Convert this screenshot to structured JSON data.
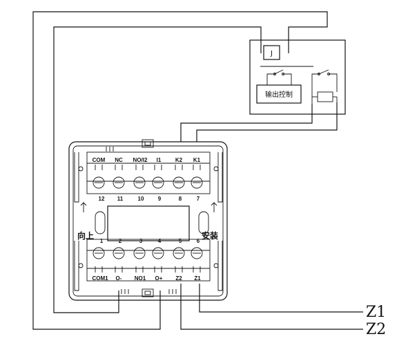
{
  "relay_box": {
    "coil_label": "J",
    "output_label": "输出控制"
  },
  "module": {
    "top_terminals": [
      "COM",
      "NC",
      "NO/I2",
      "I1",
      "K2",
      "K1"
    ],
    "top_numbers": [
      "12",
      "11",
      "10",
      "9",
      "8",
      "7"
    ],
    "bottom_numbers": [
      "1",
      "2",
      "3",
      "4",
      "5",
      "6"
    ],
    "bottom_terminals": [
      "COM1",
      "O-",
      "NO1",
      "O+",
      "Z2",
      "Z1"
    ],
    "label_left": "向上",
    "label_right": "安装"
  },
  "bus": {
    "z1": "Z1",
    "z2": "Z2"
  }
}
